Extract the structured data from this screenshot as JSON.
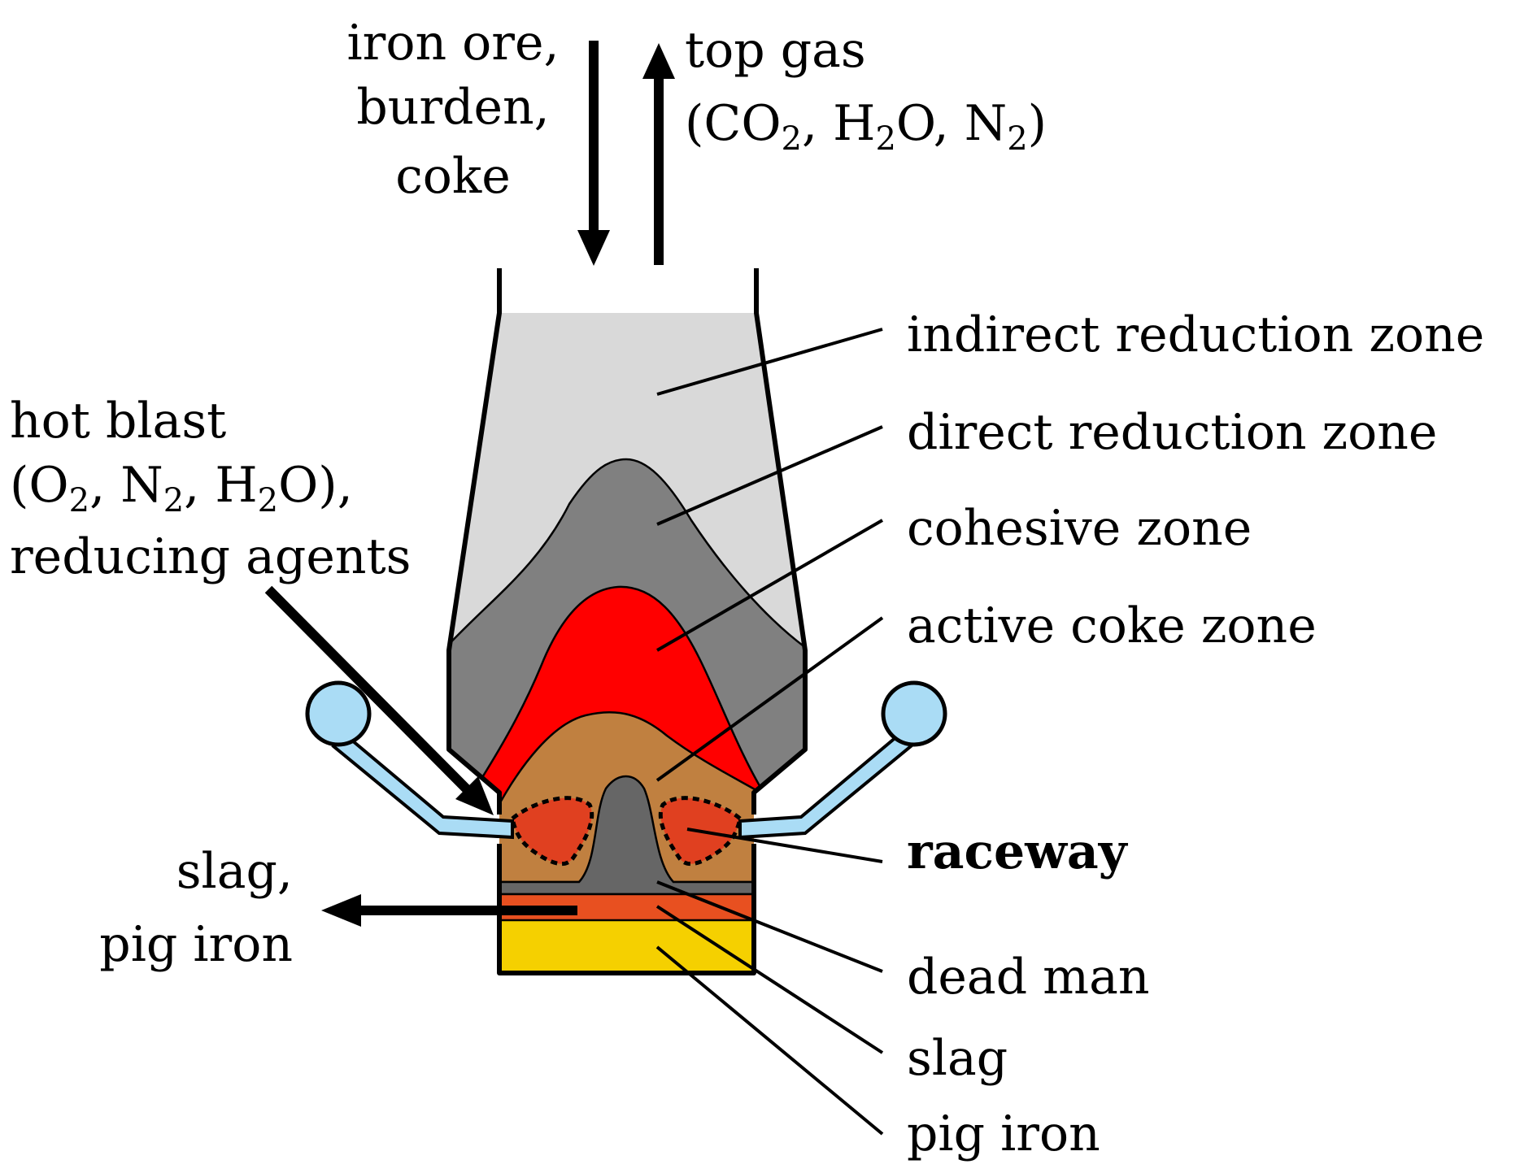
{
  "inputs": {
    "charge": [
      "iron ore,",
      "burden,",
      "coke"
    ],
    "top_gas": {
      "line1": "top gas",
      "line2": [
        {
          "t": "(CO"
        },
        {
          "t": "2",
          "sub": true
        },
        {
          "t": ", H"
        },
        {
          "t": "2",
          "sub": true
        },
        {
          "t": "O, N"
        },
        {
          "t": "2",
          "sub": true
        },
        {
          "t": ")"
        }
      ]
    },
    "hot_blast": {
      "line1": "hot blast",
      "line2": [
        {
          "t": "(O"
        },
        {
          "t": "2",
          "sub": true
        },
        {
          "t": ", N"
        },
        {
          "t": "2",
          "sub": true
        },
        {
          "t": ", H"
        },
        {
          "t": "2",
          "sub": true
        },
        {
          "t": "O),"
        }
      ],
      "line3": "reducing agents"
    },
    "tap": [
      "slag,",
      "pig iron"
    ]
  },
  "zones": {
    "indirect_reduction": "indirect reduction zone",
    "direct_reduction": "direct reduction zone",
    "cohesive": "cohesive zone",
    "active_coke": "active coke zone",
    "raceway": "raceway",
    "dead_man": "dead man",
    "slag": "slag",
    "pig_iron": "pig iron"
  },
  "colors": {
    "indirect_reduction": "#d9d9d9",
    "direct_reduction": "#808080",
    "cohesive": "#ff0000",
    "active_coke": "#c08040",
    "raceway": "#e04020",
    "dead_man": "#666666",
    "slag": "#e85020",
    "pig_iron": "#f5d000",
    "tuyere": "#aadcf5"
  }
}
